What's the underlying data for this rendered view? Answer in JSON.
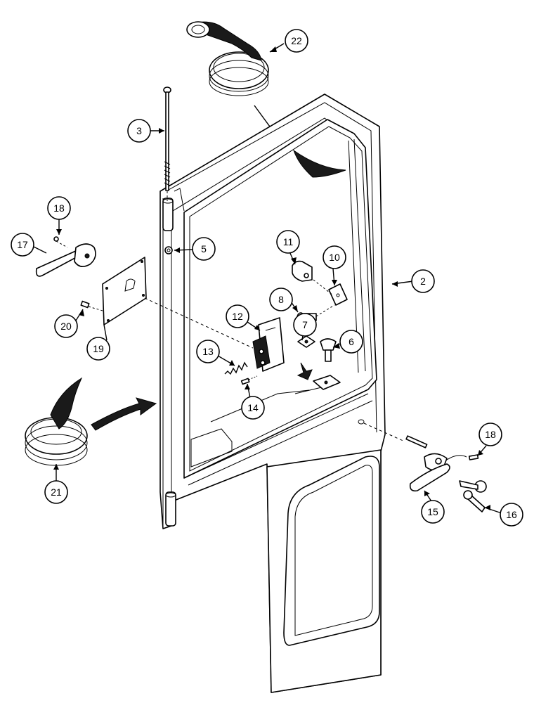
{
  "callouts": [
    {
      "id": "c22",
      "label": "22"
    },
    {
      "id": "c3",
      "label": "3"
    },
    {
      "id": "c18a",
      "label": "18"
    },
    {
      "id": "c17",
      "label": "17"
    },
    {
      "id": "c5",
      "label": "5"
    },
    {
      "id": "c11",
      "label": "11"
    },
    {
      "id": "c10",
      "label": "10"
    },
    {
      "id": "c2",
      "label": "2"
    },
    {
      "id": "c8",
      "label": "8"
    },
    {
      "id": "c20",
      "label": "20"
    },
    {
      "id": "c19",
      "label": "19"
    },
    {
      "id": "c12",
      "label": "12"
    },
    {
      "id": "c7",
      "label": "7"
    },
    {
      "id": "c6",
      "label": "6"
    },
    {
      "id": "c13",
      "label": "13"
    },
    {
      "id": "c14",
      "label": "14"
    },
    {
      "id": "c21",
      "label": "21"
    },
    {
      "id": "c18b",
      "label": "18"
    },
    {
      "id": "c15",
      "label": "15"
    },
    {
      "id": "c16",
      "label": "16"
    }
  ]
}
